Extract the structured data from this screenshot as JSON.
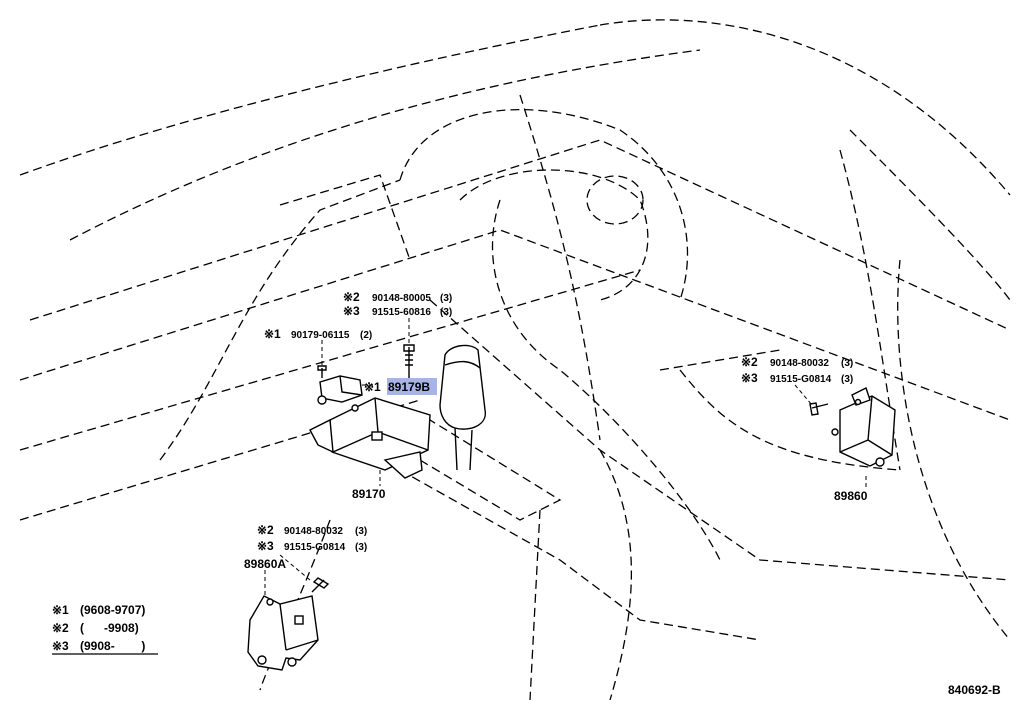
{
  "diagram_id": "840692-B",
  "callouts": {
    "c1_sym": "※2",
    "c1_num": "90148-80005",
    "c1_qty": "(3)",
    "c2_sym": "※3",
    "c2_num": "91515-60816",
    "c2_qty": "(3)",
    "c3_sym": "※1",
    "c3_num": "90179-06115",
    "c3_qty": "(2)",
    "c4_sym": "※1",
    "c4_num": "89179B",
    "c5_num": "89170",
    "c6_sym": "※2",
    "c6_num": "90148-80032",
    "c6_qty": "(3)",
    "c7_sym": "※3",
    "c7_num": "91515-G0814",
    "c7_qty": "(3)",
    "c8_num": "89860",
    "c9_sym": "※2",
    "c9_num": "90148-80032",
    "c9_qty": "(3)",
    "c10_sym": "※3",
    "c10_num": "91515-G0814",
    "c10_qty": "(3)",
    "c11_num": "89860A"
  },
  "legend": [
    {
      "sym": "※1",
      "text": "(9608-9707)"
    },
    {
      "sym": "※2",
      "text": "(      -9908)"
    },
    {
      "sym": "※3",
      "text": "(9908-        )"
    }
  ],
  "colors": {
    "highlight": "#a8b4e8",
    "line": "#000000"
  }
}
